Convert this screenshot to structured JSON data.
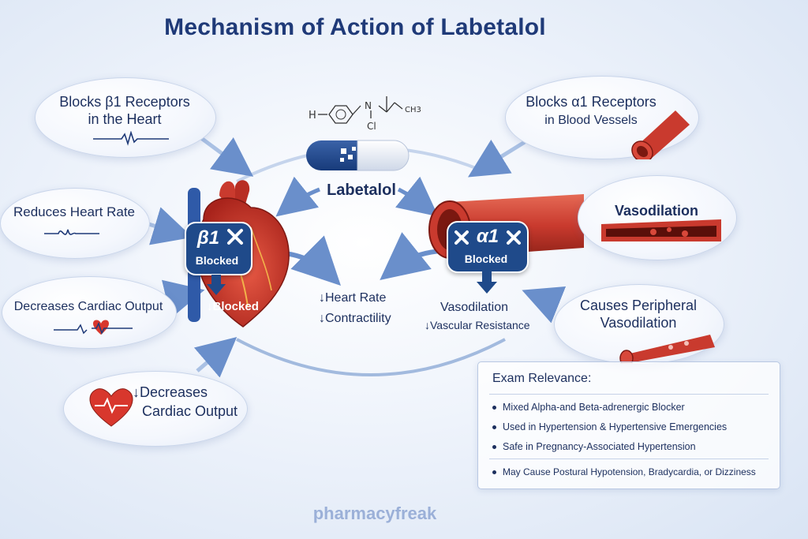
{
  "title": "Mechanism of Action of Labetalol",
  "molecule": {
    "h": "H",
    "n": "N",
    "cl": "Cl",
    "ch3": "CH3"
  },
  "drug": {
    "name": "Labetalol"
  },
  "bubbles": {
    "beta1_receptors": {
      "line1": "Blocks β1 Receptors",
      "line2": "in the Heart"
    },
    "heart_rate": {
      "text": "Reduces Heart Rate"
    },
    "cardiac_output": {
      "text": "Decreases Cardiac Output"
    },
    "decreases_co": {
      "line1": "↓Decreases",
      "line2": "Cardiac Output"
    },
    "alpha1_receptors": {
      "line1": "Blocks α1 Receptors",
      "line2": "in Blood Vessels"
    },
    "vasodilation": {
      "text": "Vasodilation"
    },
    "peripheral": {
      "line1": "Causes Peripheral",
      "line2": "Vasodilation"
    }
  },
  "heart": {
    "symbol": "β1",
    "blocked": "Blocked",
    "down_blocked": "↓Blocked"
  },
  "vessel": {
    "symbol": "α1",
    "blocked": "Blocked"
  },
  "center": {
    "left_line1": "↓Heart Rate",
    "left_line2": "↓Contractility",
    "right_line1": "Vasodilation",
    "right_line2": "↓Vascular Resistance"
  },
  "exam": {
    "title": "Exam Relevance:",
    "items": [
      "Mixed Alpha-and Beta-adrenergic Blocker",
      "Used in Hypertension & Hypertensive Emergencies",
      "Safe in Pregnancy-Associated Hypertension",
      "May Cause Postural Hypotension, Bradycardia, or Dizziness"
    ]
  },
  "watermark": "pharmacyfreak",
  "colors": {
    "primary": "#1f3a78",
    "heart_red": "#d8372d",
    "vessel_red": "#c93a2e",
    "badge_blue": "#1f4a8a",
    "arrow_blue": "#5f86c4"
  }
}
